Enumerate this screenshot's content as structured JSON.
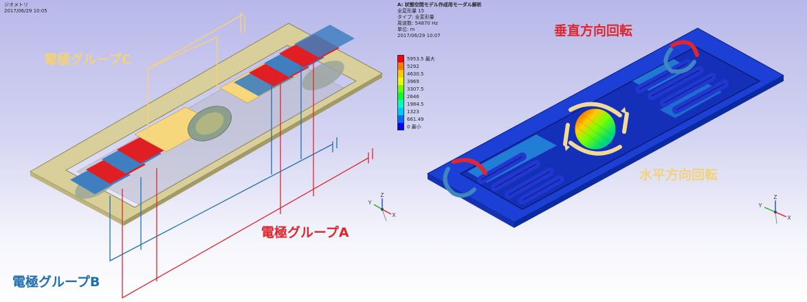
{
  "left_view": {
    "title": "ジオメトリ",
    "timestamp": "2017/06/29 10:05",
    "labels": {
      "group_a": "電極グループA",
      "group_b": "電極グループB",
      "group_c": "電極グループC"
    },
    "colors": {
      "group_a": "#e0252c",
      "group_b": "#1f6fb0",
      "group_c": "#f2d27a"
    }
  },
  "result_view": {
    "title": "A: 状態空間モデル作成用モーダル解析",
    "lines": [
      "全変形量 15",
      "タイプ: 全変形量",
      "周波数: 54870 Hz",
      "単位: m",
      "2017/06/29 10:07"
    ],
    "legend": [
      {
        "value": "5953.5 最大",
        "color": "#ff0000"
      },
      {
        "value": "5292",
        "color": "#ff7a00"
      },
      {
        "value": "4630.5",
        "color": "#ffc800"
      },
      {
        "value": "3969",
        "color": "#e6ff00"
      },
      {
        "value": "3307.5",
        "color": "#6aff00"
      },
      {
        "value": "2646",
        "color": "#00ff3a"
      },
      {
        "value": "1984.5",
        "color": "#00ffc0"
      },
      {
        "value": "1323",
        "color": "#00c8ff"
      },
      {
        "value": "661.49",
        "color": "#006cff"
      },
      {
        "value": "0 最小",
        "color": "#0000ff"
      }
    ]
  },
  "right_view": {
    "labels": {
      "vertical_rotation": "垂直方向回転",
      "horizontal_rotation": "水平方向回転"
    },
    "colors": {
      "vertical_rotation": "#e0252c",
      "horizontal_rotation": "#f2d27a"
    }
  },
  "axes": {
    "x": "X",
    "y": "Y",
    "z": "Z"
  }
}
